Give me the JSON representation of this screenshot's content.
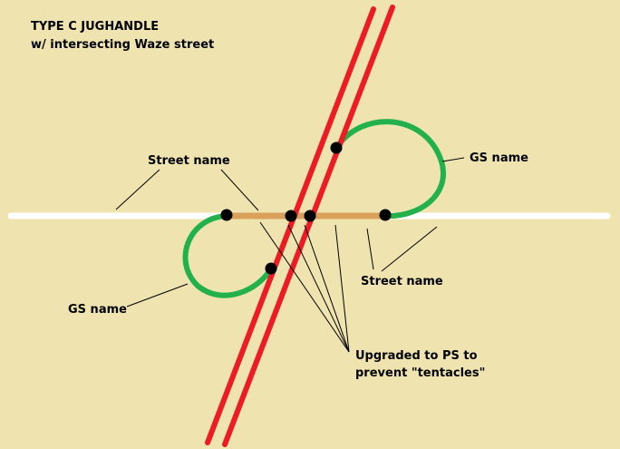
{
  "title": {
    "line1": "TYPE C JUGHANDLE",
    "line2": "w/ intersecting Waze street"
  },
  "labels": {
    "street_name_top": "Street name",
    "street_name_bottom": "Street name",
    "gs_name_right": "GS name",
    "gs_name_left": "GS name",
    "upgraded_line1": "Upgraded to PS to",
    "upgraded_line2": "prevent \"tentacles\""
  },
  "colors": {
    "background": "#efe4b0",
    "highway": "#ed1c24",
    "ramp": "#22b14c",
    "street": "#ffffff",
    "primary_street": "#d9a15a",
    "node": "#000000"
  }
}
